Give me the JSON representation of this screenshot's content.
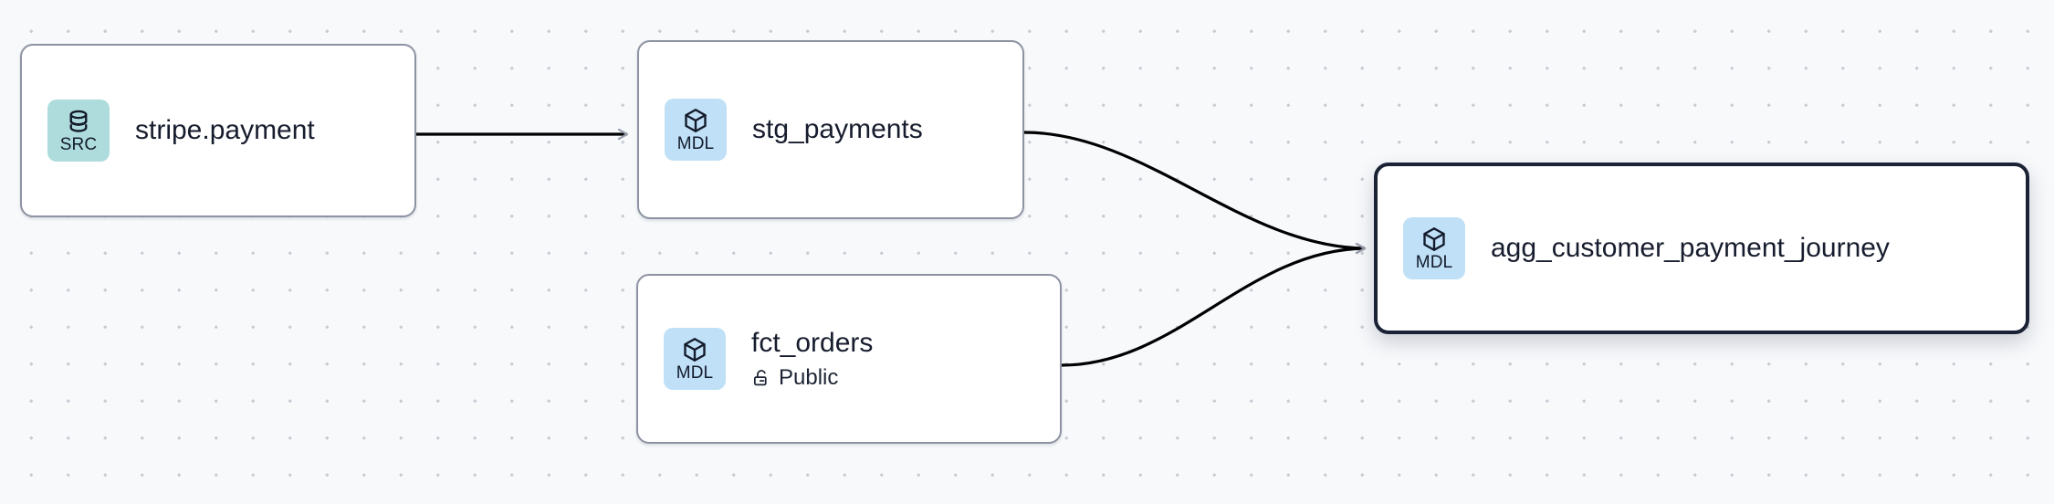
{
  "graph": {
    "type": "lineage-dag",
    "background": {
      "color": "#f7f9fb",
      "dot_color": "#c9ccd4",
      "grid_spacing": 40.5
    },
    "colors": {
      "source_badge": "#aedcdd",
      "model_badge": "#bfe0f7",
      "node_border": "#8e93a3",
      "selected_border": "#1b2236",
      "edge": "#000000",
      "arrowhead": "#9aa0ae",
      "text": "#171d2e"
    },
    "nodes": [
      {
        "id": "stripe-payment",
        "title": "stripe.payment",
        "badge_label": "SRC",
        "badge_icon": "database-icon",
        "badge_kind": "src",
        "subtitle": null,
        "subtitle_icon": null,
        "selected": false
      },
      {
        "id": "stg-payments",
        "title": "stg_payments",
        "badge_label": "MDL",
        "badge_icon": "cube-icon",
        "badge_kind": "mdl",
        "subtitle": null,
        "subtitle_icon": null,
        "selected": false
      },
      {
        "id": "fct-orders",
        "title": "fct_orders",
        "badge_label": "MDL",
        "badge_icon": "cube-icon",
        "badge_kind": "mdl",
        "subtitle": "Public",
        "subtitle_icon": "unlock-icon",
        "selected": false
      },
      {
        "id": "agg-customer-payment-journey",
        "title": "agg_customer_payment_journey",
        "badge_label": "MDL",
        "badge_icon": "cube-icon",
        "badge_kind": "mdl",
        "subtitle": null,
        "subtitle_icon": null,
        "selected": true
      }
    ],
    "edges": [
      {
        "from": "stripe-payment",
        "to": "stg-payments",
        "shape": "straight"
      },
      {
        "from": "stg-payments",
        "to": "agg-customer-payment-journey",
        "shape": "bezier"
      },
      {
        "from": "fct-orders",
        "to": "agg-customer-payment-journey",
        "shape": "bezier"
      }
    ]
  }
}
